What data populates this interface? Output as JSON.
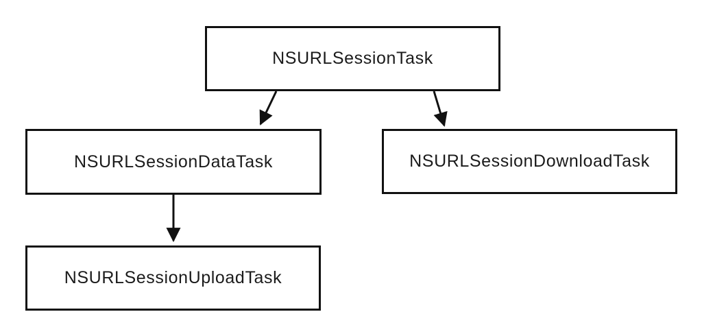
{
  "diagram": {
    "type": "class-hierarchy",
    "nodes": [
      {
        "id": "nsurlsessiontask",
        "label": "NSURLSessionTask"
      },
      {
        "id": "nsurlsessiondatatask",
        "label": "NSURLSessionDataTask"
      },
      {
        "id": "nsurlsessiondownloadtask",
        "label": "NSURLSessionDownloadTask"
      },
      {
        "id": "nsurlsessionuploadtask",
        "label": "NSURLSessionUploadTask"
      }
    ],
    "edges": [
      {
        "from": "NSURLSessionTask",
        "to": "NSURLSessionDataTask"
      },
      {
        "from": "NSURLSessionTask",
        "to": "NSURLSessionDownloadTask"
      },
      {
        "from": "NSURLSessionDataTask",
        "to": "NSURLSessionUploadTask"
      }
    ],
    "colors": {
      "background": "#ffffff",
      "box_border": "#111111",
      "text": "#1b1b1b",
      "arrow": "#111111"
    }
  }
}
